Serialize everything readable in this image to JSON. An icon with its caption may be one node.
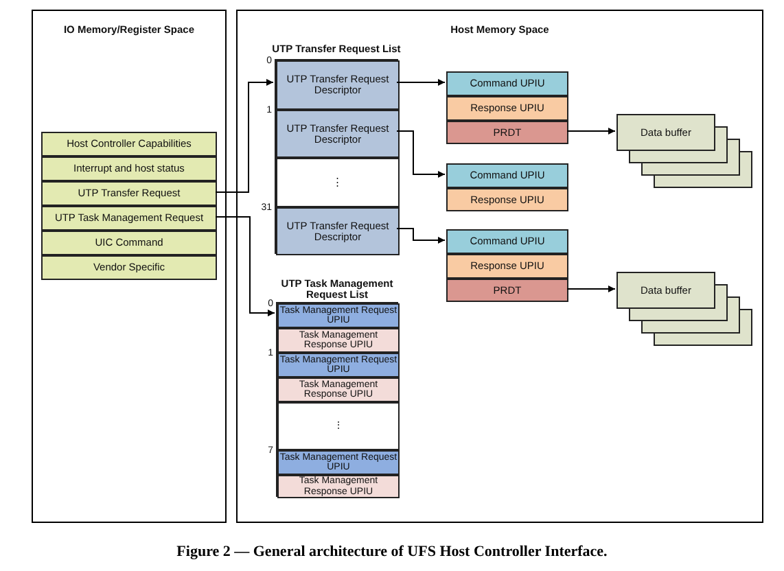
{
  "diagram": {
    "caption": "Figure 2 — General architecture of UFS Host Controller Interface.",
    "nodes": [
      {
        "text": [
          "IO Memory/Register Space"
        ]
      },
      {
        "text": [
          "Host Controller Capabilities"
        ],
        "in": 0
      },
      {
        "text": [
          "Interrupt and host status"
        ],
        "in": 0
      },
      {
        "text": [
          "UTP Transfer Request"
        ],
        "in": 0
      },
      {
        "text": [
          "UTP Task Management Request"
        ],
        "in": 0
      },
      {
        "text": [
          "UIC Command"
        ],
        "in": 0
      },
      {
        "text": [
          "Vendor Specific"
        ],
        "in": 0
      },
      {
        "text": [
          "Host Memory Space"
        ]
      },
      {
        "text": [
          "UTP Transfer Request List"
        ],
        "in": 7
      },
      {
        "text": [
          "UTP Transfer Request Descriptor"
        ],
        "in": 8,
        "beside": [
          "0"
        ]
      },
      {
        "text": [
          "UTP Transfer Request Descriptor"
        ],
        "in": 8,
        "beside": [
          "1"
        ]
      },
      {
        "text": [
          "⋮"
        ],
        "in": 8
      },
      {
        "text": [
          "UTP Transfer Request Descriptor"
        ],
        "in": 8,
        "beside": [
          "31"
        ]
      },
      {
        "text": [
          "Command UPIU"
        ],
        "in": 7
      },
      {
        "text": [
          "Response UPIU"
        ],
        "in": 7
      },
      {
        "text": [
          "PRDT"
        ],
        "in": 7
      },
      {
        "text": [
          "Data buffer"
        ],
        "in": 7
      },
      {
        "text": [
          "Command UPIU"
        ],
        "in": 7
      },
      {
        "text": [
          "Response UPIU"
        ],
        "in": 7
      },
      {
        "text": [
          "Command UPIU"
        ],
        "in": 7
      },
      {
        "text": [
          "Response UPIU"
        ],
        "in": 7
      },
      {
        "text": [
          "PRDT"
        ],
        "in": 7
      },
      {
        "text": [
          "Data buffer"
        ],
        "in": 7
      },
      {
        "text": [
          "UTP Task Management Request List"
        ],
        "in": 7
      },
      {
        "text": [
          "Task Management Request UPIU"
        ],
        "in": 23,
        "beside": [
          "0"
        ]
      },
      {
        "text": [
          "Task Management Response UPIU"
        ],
        "in": 23
      },
      {
        "text": [
          "Task Management Request UPIU"
        ],
        "in": 23,
        "beside": [
          "1"
        ]
      },
      {
        "text": [
          "Task Management Response UPIU"
        ],
        "in": 23
      },
      {
        "text": [
          "⋮"
        ],
        "in": 23
      },
      {
        "text": [
          "Task Management Request UPIU"
        ],
        "in": 23,
        "beside": [
          "7"
        ]
      },
      {
        "text": [
          "Task Management Response UPIU"
        ],
        "in": 23
      }
    ],
    "edges": [
      {
        "from": 3,
        "to": 9,
        "arrow": "to"
      },
      {
        "from": 4,
        "to": 24,
        "arrow": "to"
      },
      {
        "from": 9,
        "to": 13,
        "arrow": "to"
      },
      {
        "from": 10,
        "to": 17,
        "arrow": "to"
      },
      {
        "from": 12,
        "to": 19,
        "arrow": "to"
      },
      {
        "from": 15,
        "to": 16,
        "arrow": "to"
      },
      {
        "from": 21,
        "to": 22,
        "arrow": "to"
      }
    ]
  }
}
